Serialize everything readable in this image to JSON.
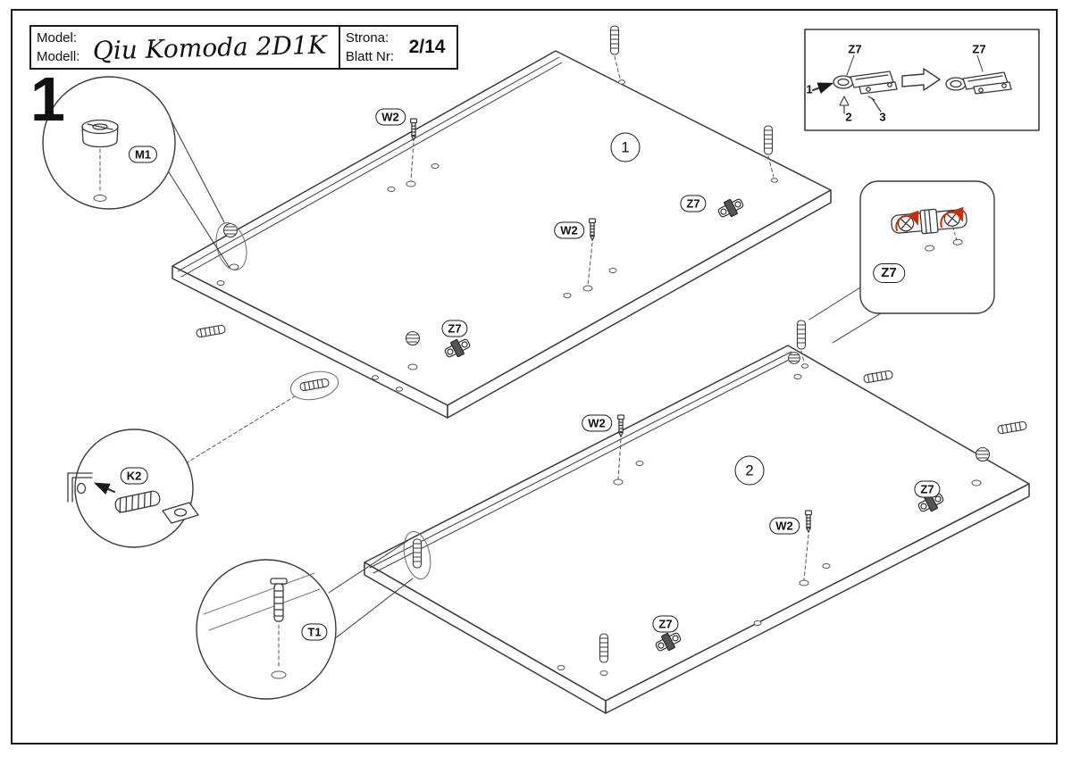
{
  "title_block": {
    "model_label_top": "Model:",
    "model_label_bottom": "Modell:",
    "model_name": "Qiu Komoda 2D1K",
    "page_label_top": "Strona:",
    "page_label_bottom": "Blatt Nr:",
    "page_value": "2/14"
  },
  "step_number": "1",
  "panel_numbers": {
    "panel1": "1",
    "panel2": "2"
  },
  "callouts": {
    "m1": "M1",
    "w2": "W2",
    "z7": "Z7",
    "k2": "K2",
    "t1": "T1"
  },
  "hinge_detail": {
    "left_part": "Z7",
    "right_part": "Z7",
    "step1": "1",
    "step2": "2",
    "step3": "3"
  },
  "colors": {
    "line": "#3a3a3a",
    "accent": "#cc2a00"
  }
}
